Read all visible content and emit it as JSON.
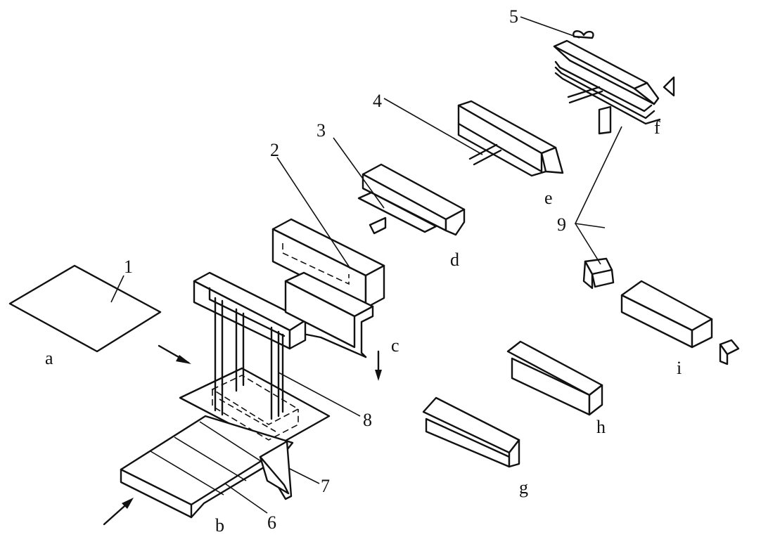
{
  "labels": {
    "a": "a",
    "b": "b",
    "c": "c",
    "d": "d",
    "e": "e",
    "f": "f",
    "g": "g",
    "h": "h",
    "i": "i"
  },
  "numbers": {
    "n1": "1",
    "n2": "2",
    "n3": "3",
    "n4": "4",
    "n5": "5",
    "n6": "6",
    "n7": "7",
    "n8": "8",
    "n9": "9"
  },
  "colors": {
    "line": "#111111",
    "background": "#ffffff"
  }
}
